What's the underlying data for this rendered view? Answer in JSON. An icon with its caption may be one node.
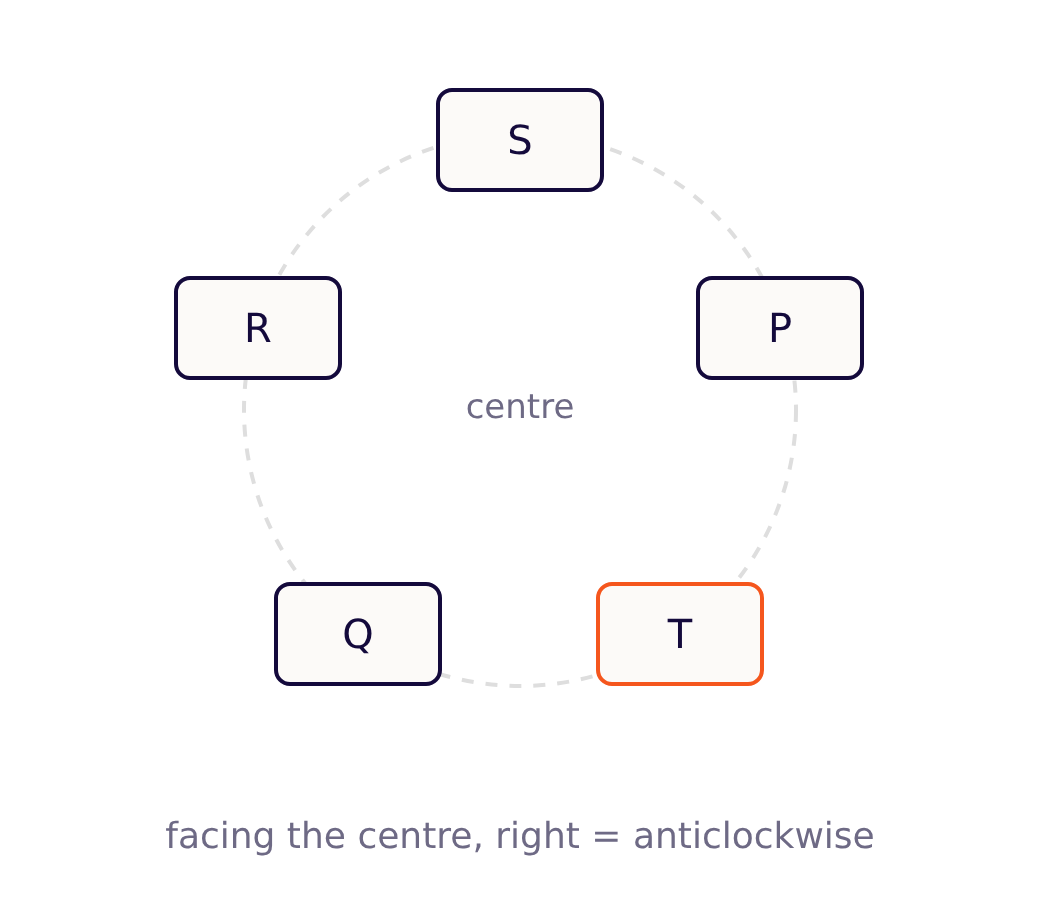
{
  "diagram": {
    "caption": "facing the centre, right = anticlockwise",
    "nodes": [
      {
        "text": [
          "S"
        ]
      },
      {
        "text": [
          "R"
        ]
      },
      {
        "text": [
          "P"
        ]
      },
      {
        "text": [
          "Q"
        ]
      },
      {
        "text": [
          "T"
        ]
      }
    ],
    "labels": [
      "centre"
    ]
  }
}
